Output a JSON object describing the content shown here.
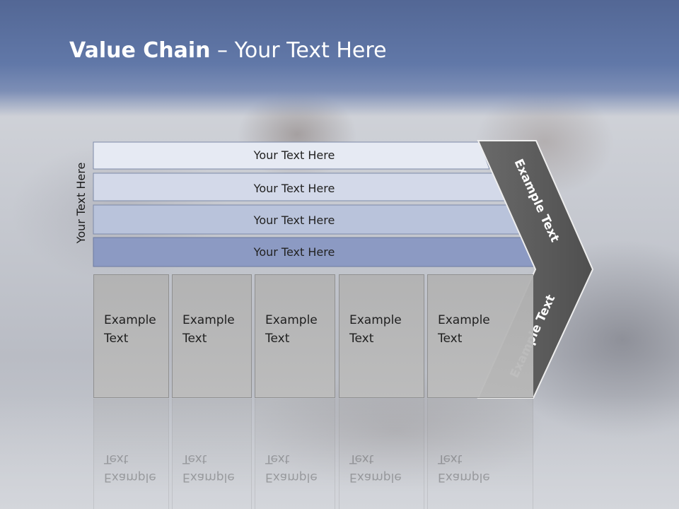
{
  "slide": {
    "title_bold": "Value Chain",
    "title_rest": " – Your Text Here",
    "side_label": "Your Text Here"
  },
  "bars": [
    {
      "label": "Your Text Here",
      "fill": "#e6eaf3"
    },
    {
      "label": "Your Text Here",
      "fill": "#d3d9e9"
    },
    {
      "label": "Your Text Here",
      "fill": "#b9c3db"
    },
    {
      "label": "Your Text Here",
      "fill": "#8c9ac3"
    }
  ],
  "chevron": {
    "top_label": "Example Text",
    "bottom_label": "Example Text",
    "color": "#5c5c5c"
  },
  "cards": [
    {
      "text": "Example\nText"
    },
    {
      "text": "Example\nText"
    },
    {
      "text": "Example\nText"
    },
    {
      "text": "Example\nText"
    },
    {
      "text": "Example\nText"
    }
  ]
}
